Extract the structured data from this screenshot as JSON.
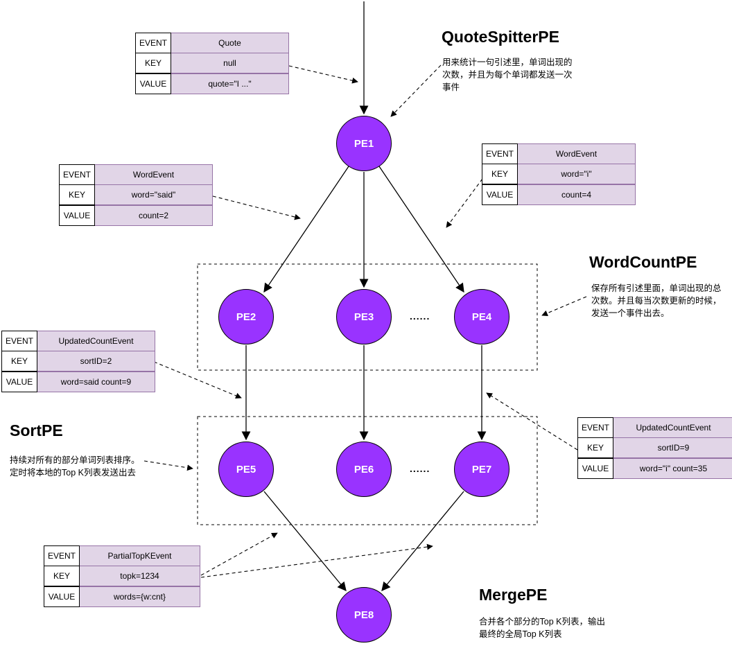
{
  "colors": {
    "node_fill": "#9933ff",
    "node_border": "#000000",
    "node_text": "#ffffff",
    "table_value_bg": "#e1d5e7",
    "table_value_border": "#9673a6",
    "table_label_bg": "#ffffff",
    "line": "#000000"
  },
  "ellipsis": "......",
  "nodes": [
    {
      "label": "PE1"
    },
    {
      "label": "PE2"
    },
    {
      "label": "PE3"
    },
    {
      "label": "PE4"
    },
    {
      "label": "PE5"
    },
    {
      "label": "PE6"
    },
    {
      "label": "PE7"
    },
    {
      "label": "PE8"
    }
  ],
  "labels": {
    "quote_spitter": {
      "title": "QuoteSpitterPE",
      "desc": "用来统计一句引述里，单词出现的\n次数，并且为每个单词都发送一次\n事件"
    },
    "word_count": {
      "title": "WordCountPE",
      "desc": "保存所有引述里面，单词出现的总\n次数。并且每当次数更新的时候，\n发送一个事件出去。"
    },
    "sort": {
      "title": "SortPE",
      "desc": "持续对所有的部分单词列表排序。\n定时将本地的Top K列表发送出去"
    },
    "merge": {
      "title": "MergePE",
      "desc": "合并各个部分的Top K列表，输出\n最终的全局Top K列表"
    }
  },
  "tables": {
    "quote": {
      "rows": [
        {
          "label": "EVENT",
          "value": "Quote"
        },
        {
          "label": "KEY",
          "value": "null"
        },
        {
          "label": "VALUE",
          "value": "quote=\"I ...\""
        }
      ]
    },
    "word_event_said": {
      "rows": [
        {
          "label": "EVENT",
          "value": "WordEvent"
        },
        {
          "label": "KEY",
          "value": "word=\"said\""
        },
        {
          "label": "VALUE",
          "value": "count=2"
        }
      ]
    },
    "word_event_i": {
      "rows": [
        {
          "label": "EVENT",
          "value": "WordEvent"
        },
        {
          "label": "KEY",
          "value": "word=\"i\""
        },
        {
          "label": "VALUE",
          "value": "count=4"
        }
      ]
    },
    "updated_count_said": {
      "rows": [
        {
          "label": "EVENT",
          "value": "UpdatedCountEvent"
        },
        {
          "label": "KEY",
          "value": "sortID=2"
        },
        {
          "label": "VALUE",
          "value": "word=said count=9"
        }
      ]
    },
    "updated_count_i": {
      "rows": [
        {
          "label": "EVENT",
          "value": "UpdatedCountEvent"
        },
        {
          "label": "KEY",
          "value": "sortID=9"
        },
        {
          "label": "VALUE",
          "value": "word=\"i\" count=35"
        }
      ]
    },
    "partial_topk": {
      "rows": [
        {
          "label": "EVENT",
          "value": "PartialTopKEvent"
        },
        {
          "label": "KEY",
          "value": "topk=1234"
        },
        {
          "label": "VALUE",
          "value": "words={w:cnt}"
        }
      ]
    }
  }
}
